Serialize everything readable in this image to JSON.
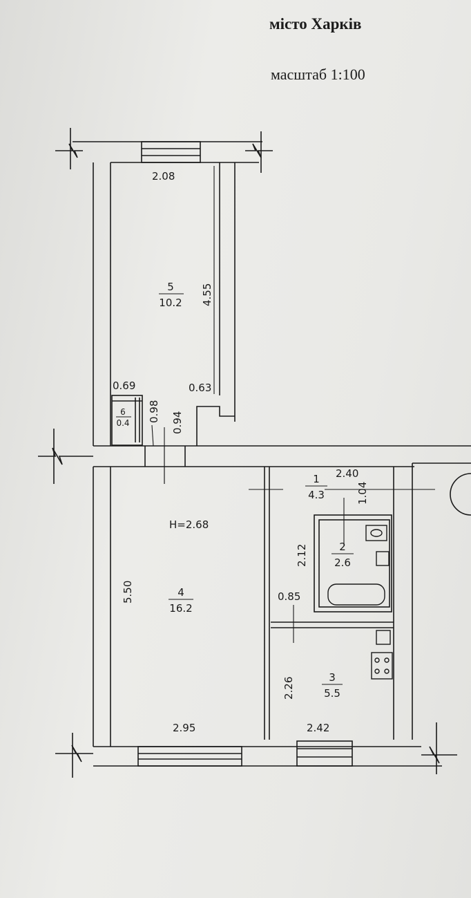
{
  "header": {
    "city": "місто Харків",
    "scale": "масштаб 1:100"
  },
  "plan": {
    "ceiling_height": "H=2.68",
    "rooms": [
      {
        "number": "5",
        "area": "10.2"
      },
      {
        "number": "6",
        "area": "0.4"
      },
      {
        "number": "4",
        "area": "16.2"
      },
      {
        "number": "1",
        "area": "4.3"
      },
      {
        "number": "2",
        "area": "2.6"
      },
      {
        "number": "3",
        "area": "5.5"
      }
    ],
    "dimensions": {
      "room5_width": "2.08",
      "room5_length": "4.55",
      "room6_width": "0.69",
      "room6_length": "0.98",
      "corridor_width": "0.63",
      "passage_width": "0.94",
      "room1_width": "2.40",
      "room1_depth": "1.04",
      "room2_length": "2.12",
      "hall_width": "0.85",
      "room4_length": "5.50",
      "room4_width": "2.95",
      "room3_length": "2.26",
      "room3_width": "2.42"
    }
  },
  "colors": {
    "paper": "#e6e6e3",
    "ink": "#1a1a1a"
  }
}
